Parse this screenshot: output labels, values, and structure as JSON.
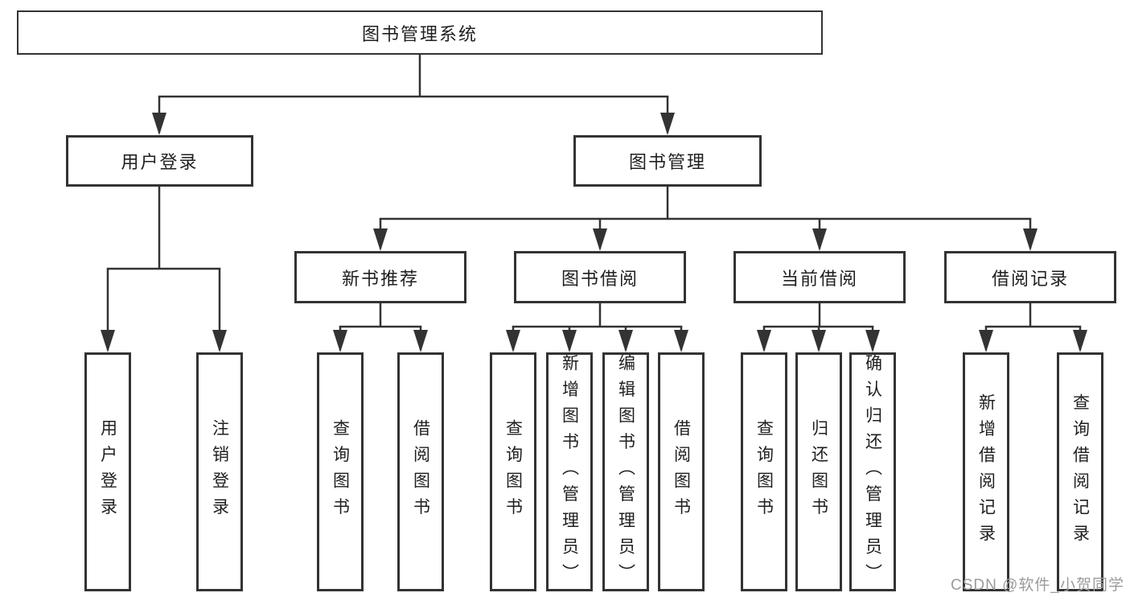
{
  "diagram": {
    "title": "图书管理系统",
    "children": [
      {
        "label": "用户登录",
        "children": [
          {
            "label": "用户登录"
          },
          {
            "label": "注销登录"
          }
        ]
      },
      {
        "label": "图书管理",
        "children": [
          {
            "label": "新书推荐",
            "children": [
              {
                "label": "查询图书"
              },
              {
                "label": "借阅图书"
              }
            ]
          },
          {
            "label": "图书借阅",
            "children": [
              {
                "label": "查询图书"
              },
              {
                "label": "新增图书（管理员）"
              },
              {
                "label": "编辑图书（管理员）"
              },
              {
                "label": "借阅图书"
              }
            ]
          },
          {
            "label": "当前借阅",
            "children": [
              {
                "label": "查询图书"
              },
              {
                "label": "归还图书"
              },
              {
                "label": "确认归还（管理员）"
              }
            ]
          },
          {
            "label": "借阅记录",
            "children": [
              {
                "label": "新增借阅记录"
              },
              {
                "label": "查询借阅记录"
              }
            ]
          }
        ]
      }
    ]
  },
  "watermark": "CSDN @软件_小贺同学",
  "colors": {
    "line": "#333333",
    "text": "#1f1f1f",
    "watermark": "#9b9b9d",
    "background": "#ffffff"
  }
}
